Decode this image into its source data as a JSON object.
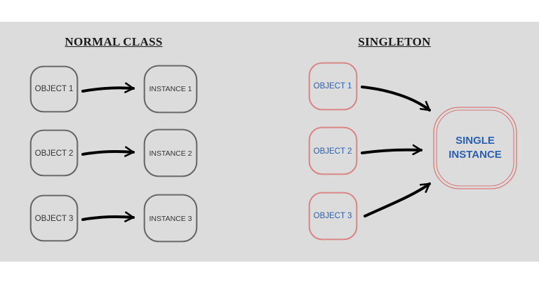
{
  "normal": {
    "heading": "NORMAL CLASS",
    "objects": [
      "OBJECT 1",
      "OBJECT 2",
      "OBJECT 3"
    ],
    "instances": [
      "INSTANCE 1",
      "INSTANCE 2",
      "INSTANCE 3"
    ]
  },
  "singleton": {
    "heading": "SINGLETON",
    "objects": [
      "OBJECT 1",
      "OBJECT 2",
      "OBJECT 3"
    ],
    "instance_line1": "SINGLE",
    "instance_line2": "INSTANCE"
  },
  "colors": {
    "panel": "#dcdcdc",
    "normal_stroke": "#555555",
    "singleton_stroke": "#d97a78",
    "singleton_text": "#2a5fb0",
    "arrow": "#000000"
  }
}
